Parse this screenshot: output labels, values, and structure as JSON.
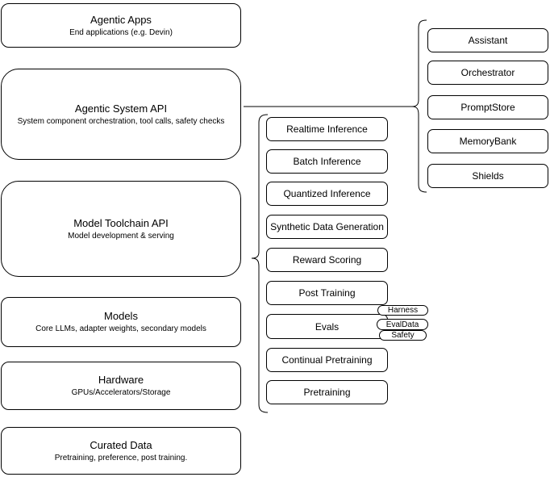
{
  "stack": [
    {
      "title": "Agentic Apps",
      "subtitle": "End applications (e.g. Devin)"
    },
    {
      "title": "Agentic System API",
      "subtitle": "System component orchestration, tool calls, safety checks"
    },
    {
      "title": "Model Toolchain API",
      "subtitle": "Model development & serving"
    },
    {
      "title": "Models",
      "subtitle": "Core LLMs, adapter weights, secondary models"
    },
    {
      "title": "Hardware",
      "subtitle": "GPUs/Accelerators/Storage"
    },
    {
      "title": "Curated Data",
      "subtitle": "Pretraining, preference, post training."
    }
  ],
  "toolchain": {
    "items": [
      "Realtime Inference",
      "Batch Inference",
      "Quantized Inference",
      "Synthetic Data Generation",
      "Reward Scoring",
      "Post Training",
      "Evals",
      "Continual Pretraining",
      "Pretraining"
    ]
  },
  "eval_tags": [
    "Harness",
    "EvalData",
    "Safety"
  ],
  "system_components": [
    "Assistant",
    "Orchestrator",
    "PromptStore",
    "MemoryBank",
    "Shields"
  ],
  "colors": {
    "stroke": "#000000",
    "background": "#ffffff",
    "text": "#000000"
  }
}
